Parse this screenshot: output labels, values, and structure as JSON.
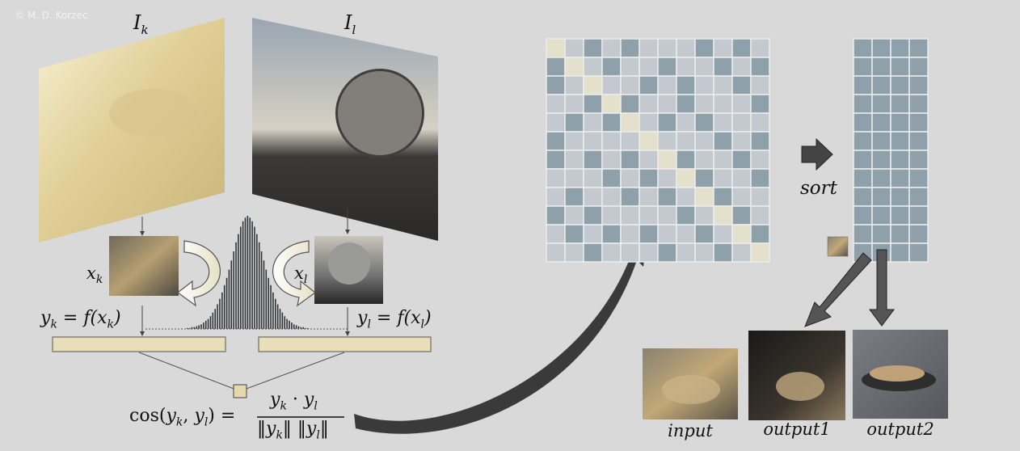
{
  "copyright": "© M. D. Korzec",
  "labels": {
    "image_k": "I",
    "image_k_sub": "k",
    "image_l": "I",
    "image_l_sub": "l",
    "crop_k": "x",
    "crop_k_sub": "k",
    "crop_l": "x",
    "crop_l_sub": "l",
    "embed_k": "y",
    "embed_k_sub": "k",
    "embed_k_rhs": " = f(x",
    "embed_k_rhs_sub": "k",
    "embed_k_close": ")",
    "embed_l": "y",
    "embed_l_sub": "l",
    "embed_l_rhs": " = f(x",
    "embed_l_rhs_sub": "l",
    "embed_l_close": ")",
    "cos_lhs": "cos(",
    "cos_y1": "y",
    "cos_y1_sub": "k",
    "cos_comma": ", ",
    "cos_y2": "y",
    "cos_y2_sub": "l",
    "cos_eq": ") =",
    "num_y1": "y",
    "num_y1_sub": "k",
    "num_dot": " · ",
    "num_y2": "y",
    "num_y2_sub": "l",
    "den": "‖y",
    "den_sub1": "k",
    "den_mid": "‖ ‖y",
    "den_sub2": "l",
    "den_end": "‖",
    "sort": "sort",
    "input": "input",
    "output1": "output1",
    "output2": "output2"
  },
  "colors": {
    "background": "#d9d9d9",
    "dark_cell": "#8ea0aa",
    "light_cell": "#c3c9cf",
    "diag_cell": "#e3e1cc",
    "embedding_bar": "#e8dfb8",
    "arrow": "#444444"
  },
  "matrix": {
    "size": 12,
    "dark_cells": [
      [
        0,
        2
      ],
      [
        0,
        4
      ],
      [
        0,
        8
      ],
      [
        0,
        10
      ],
      [
        1,
        0
      ],
      [
        1,
        3
      ],
      [
        1,
        6
      ],
      [
        1,
        9
      ],
      [
        1,
        11
      ],
      [
        2,
        0
      ],
      [
        2,
        5
      ],
      [
        2,
        7
      ],
      [
        2,
        10
      ],
      [
        3,
        2
      ],
      [
        3,
        4
      ],
      [
        3,
        7
      ],
      [
        3,
        11
      ],
      [
        4,
        1
      ],
      [
        4,
        3
      ],
      [
        4,
        6
      ],
      [
        4,
        8
      ],
      [
        5,
        0
      ],
      [
        5,
        5
      ],
      [
        5,
        9
      ],
      [
        5,
        11
      ],
      [
        6,
        0
      ],
      [
        6,
        2
      ],
      [
        6,
        4
      ],
      [
        6,
        7
      ],
      [
        6,
        10
      ],
      [
        7,
        3
      ],
      [
        7,
        5
      ],
      [
        7,
        8
      ],
      [
        7,
        11
      ],
      [
        8,
        1
      ],
      [
        8,
        4
      ],
      [
        8,
        6
      ],
      [
        8,
        9
      ],
      [
        9,
        0
      ],
      [
        9,
        2
      ],
      [
        9,
        7
      ],
      [
        9,
        10
      ],
      [
        10,
        1
      ],
      [
        10,
        3
      ],
      [
        10,
        5
      ],
      [
        10,
        8
      ],
      [
        10,
        11
      ],
      [
        11,
        2
      ],
      [
        11,
        6
      ],
      [
        11,
        9
      ]
    ]
  },
  "sorted_column": {
    "rows": 12,
    "cols": 4
  },
  "histogram": [
    1,
    1,
    2,
    2,
    3,
    4,
    5,
    7,
    9,
    11,
    14,
    18,
    22,
    27,
    33,
    40,
    48,
    56,
    65,
    75,
    85,
    95,
    104,
    112,
    118,
    122,
    124,
    122,
    118,
    112,
    104,
    95,
    85,
    75,
    65,
    56,
    48,
    40,
    33,
    27,
    22,
    18,
    14,
    11,
    9,
    7,
    5,
    4,
    3,
    2,
    2,
    1,
    1
  ]
}
